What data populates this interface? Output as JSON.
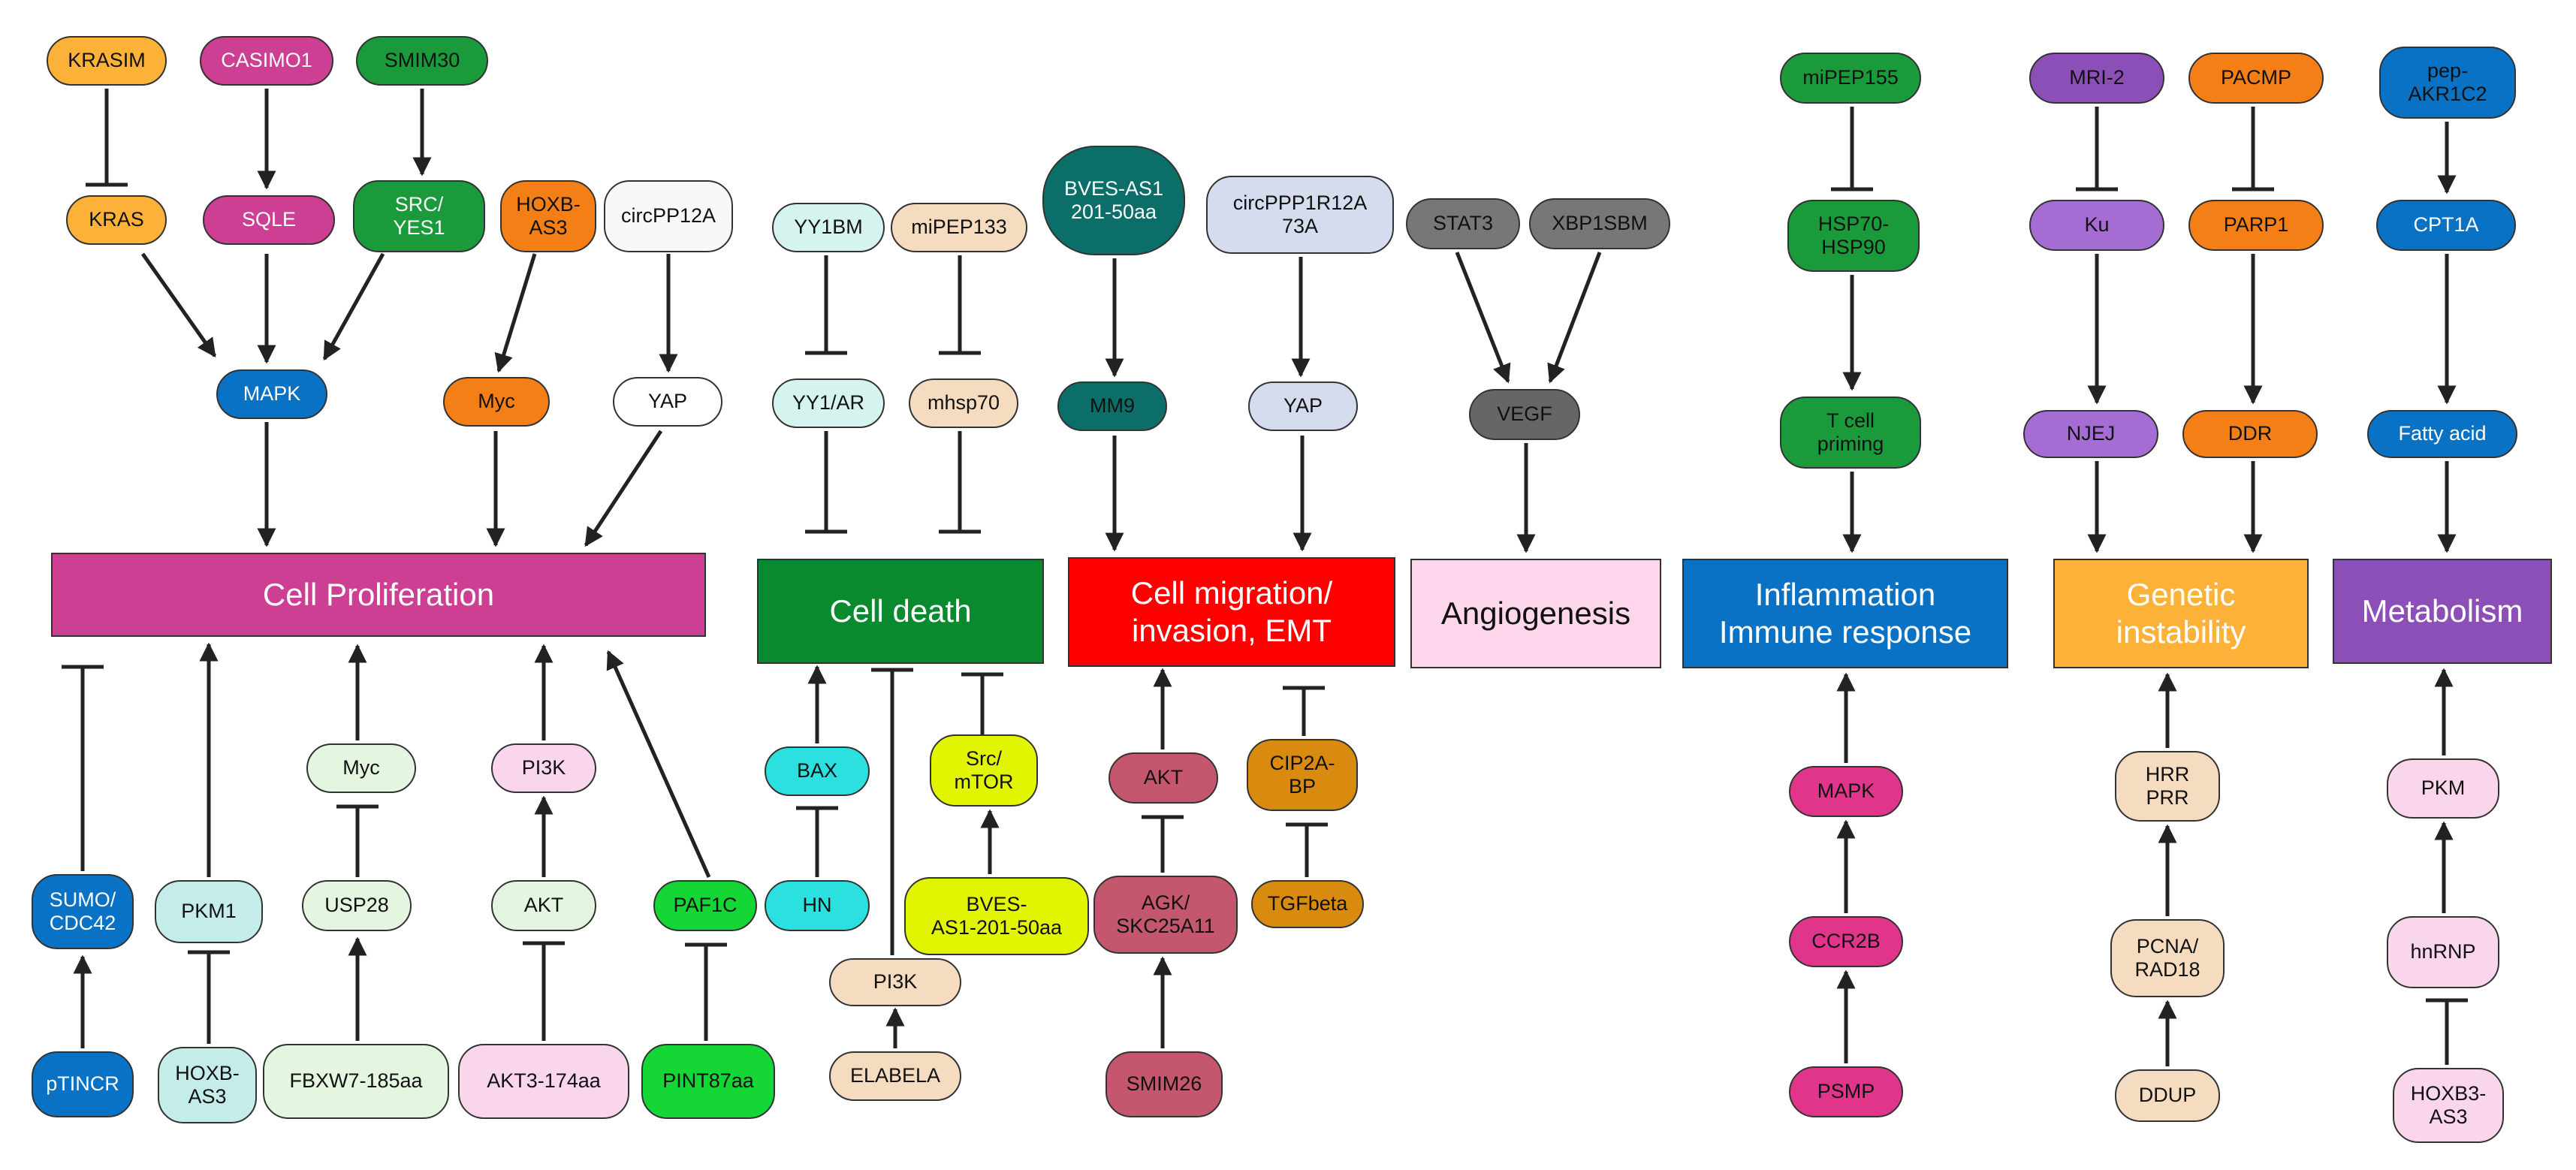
{
  "colors": {
    "pink": "#cc3f93",
    "green_dark": "#0a8a2e",
    "red": "#ff0000",
    "angio": "#ffd7ec",
    "blue": "#0a72c4",
    "orange": "#fcb238",
    "purple": "#8c4fb8"
  },
  "outcomes": {
    "proliferation": "Cell Proliferation",
    "death": "Cell death",
    "migration": "Cell migration/\ninvasion, EMT",
    "angiogenesis": "Angiogenesis",
    "inflammation": "Inflammation\nImmune response",
    "genetic": "Genetic\ninstability",
    "metabolism": "Metabolism"
  },
  "nodes": {
    "krasim": "KRASIM",
    "casimo1": "CASIMO1",
    "smim30": "SMIM30",
    "kras": "KRAS",
    "sqle": "SQLE",
    "src_yes1": "SRC/\nYES1",
    "hoxb_as3_top": "HOXB-\nAS3",
    "circpp12a": "circPP12A",
    "mapk_prolif": "MAPK",
    "myc_top": "Myc",
    "yap_prolif": "YAP",
    "yy1bm": "YY1BM",
    "mipep133": "miPEP133",
    "yy1ar": "YY1/AR",
    "mhsp70": "mhsp70",
    "bves_as1_top": "BVES-AS1\n201-50aa",
    "mm9": "MM9",
    "circppp1r12a": "circPPP1R12A\n73A",
    "yap_mig": "YAP",
    "stat3": "STAT3",
    "xbp1sbm": "XBP1SBM",
    "vegf": "VEGF",
    "mipep155": "miPEP155",
    "hsp70_90": "HSP70-\nHSP90",
    "tcell": "T cell\npriming",
    "mri2": "MRI-2",
    "pacmp": "PACMP",
    "ku": "Ku",
    "parp1": "PARP1",
    "njej": "NJEJ",
    "ddr": "DDR",
    "pep_akr1c2": "pep-\nAKR1C2",
    "cpt1a": "CPT1A",
    "fatty_acid": "Fatty acid",
    "sumo_cdc42": "SUMO/\nCDC42",
    "ptincr": "pTINCR",
    "pkm1": "PKM1",
    "hoxb_as3_bot": "HOXB-\nAS3",
    "myc_bot": "Myc",
    "usp28": "USP28",
    "fbxw7": "FBXW7-185aa",
    "pi3k_prolif": "PI3K",
    "akt_prolif": "AKT",
    "akt3": "AKT3-174aa",
    "paf1c": "PAF1C",
    "pint87aa": "PINT87aa",
    "bax": "BAX",
    "hn": "HN",
    "pi3k_death": "PI3K",
    "elabela": "ELABELA",
    "src_mtor": "Src/\nmTOR",
    "bves_as1_bot": "BVES-\nAS1-201-50aa",
    "akt_mig": "AKT",
    "agk": "AGK/\nSKC25A11",
    "smim26": "SMIM26",
    "cip2a": "CIP2A-\nBP",
    "tgfbeta": "TGFbeta",
    "mapk_inflam": "MAPK",
    "ccr2b": "CCR2B",
    "psmp": "PSMP",
    "hrr_prr": "HRR\nPRR",
    "pcna": "PCNA/\nRAD18",
    "ddup": "DDUP",
    "pkm": "PKM",
    "hnrnp": "hnRNP",
    "hoxb3_as3": "HOXB3-\nAS3"
  }
}
